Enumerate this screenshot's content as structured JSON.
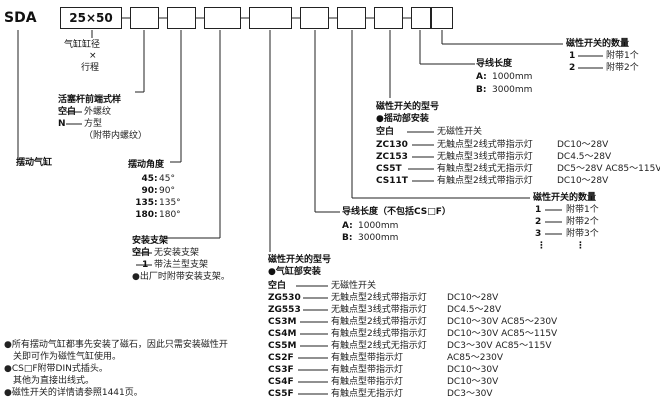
{
  "header": {
    "model": "SDA",
    "size": "25×50"
  },
  "bore_stroke": {
    "label_1": "气缸缸径",
    "times": "×",
    "label_2": "行程"
  },
  "cylinder_type": {
    "label": "摆动气缸"
  },
  "rod_end": {
    "title": "活塞杆前端式样",
    "options": [
      {
        "code": "空白",
        "desc": "外螺纹"
      },
      {
        "code": "N",
        "desc": "方型"
      }
    ],
    "note": "（附带内螺纹）"
  },
  "swing_angle": {
    "title": "摆动角度",
    "options": [
      {
        "code": "45",
        "value": "45°"
      },
      {
        "code": "90",
        "value": "90°"
      },
      {
        "code": "135",
        "value": "135°"
      },
      {
        "code": "180",
        "value": "180°"
      }
    ]
  },
  "mounting": {
    "title": "安装支架",
    "options": [
      {
        "code": "空白",
        "desc": "无安装支架"
      },
      {
        "code": "1",
        "desc": "带法兰型支架"
      }
    ],
    "note": "●出厂时附带安装支架。"
  },
  "switch_qty_1": {
    "title": "磁性开关的数量",
    "options": [
      {
        "code": "1",
        "desc": "附带1个"
      },
      {
        "code": "2",
        "desc": "附带2个"
      }
    ]
  },
  "lead_length_1": {
    "title": "导线长度",
    "options": [
      {
        "code": "A:",
        "value": "1000mm"
      },
      {
        "code": "B:",
        "value": "3000mm"
      }
    ]
  },
  "switch_model_1": {
    "title": "磁性开关的型号",
    "subtitle": "●摇动部安装",
    "rows": [
      {
        "code": "空白",
        "desc": "无磁性开关",
        "spec": ""
      },
      {
        "code": "ZC130",
        "desc": "无触点型2线式带指示灯",
        "spec": "DC10～28V"
      },
      {
        "code": "ZC153",
        "desc": "无触点型3线式带指示灯",
        "spec": "DC4.5～28V"
      },
      {
        "code": "CS5T",
        "desc": "有触点型2线式无指示灯",
        "spec": "DC5～28V AC85～115V"
      },
      {
        "code": "CS11T",
        "desc": "有触点型2线式带指示灯",
        "spec": "DC10～28V"
      }
    ]
  },
  "switch_qty_2": {
    "title": "磁性开关的数量",
    "options": [
      {
        "code": "1",
        "desc": "附带1个"
      },
      {
        "code": "2",
        "desc": "附带2个"
      },
      {
        "code": "3",
        "desc": "附带3个"
      },
      {
        "code": "⋮",
        "desc": ""
      }
    ]
  },
  "lead_length_2": {
    "title": "导线长度（不包括CS□F）",
    "options": [
      {
        "code": "A:",
        "value": "1000mm"
      },
      {
        "code": "B:",
        "value": "3000mm"
      }
    ]
  },
  "switch_model_2": {
    "title": "磁性开关的型号",
    "subtitle": "●气缸部安装",
    "rows": [
      {
        "code": "空白",
        "desc": "无磁性开关",
        "spec": ""
      },
      {
        "code": "ZG530",
        "desc": "无触点型2线式带指示灯",
        "spec": "DC10～28V"
      },
      {
        "code": "ZG553",
        "desc": "无触点型3线式带指示灯",
        "spec": "DC4.5～28V"
      },
      {
        "code": "CS3M",
        "desc": "有触点型2线式带指示灯",
        "spec": "DC10～30V  AC85～230V"
      },
      {
        "code": "CS4M",
        "desc": "有触点型2线式带指示灯",
        "spec": "DC10～30V  AC85～115V"
      },
      {
        "code": "CS5M",
        "desc": "有触点型2线式无指示灯",
        "spec": "DC3～30V  AC85～115V"
      },
      {
        "code": "CS2F",
        "desc": "有触点型带指示灯",
        "spec": "AC85～230V"
      },
      {
        "code": "CS3F",
        "desc": "有触点型带指示灯",
        "spec": "DC10～30V"
      },
      {
        "code": "CS4F",
        "desc": "有触点型带指示灯",
        "spec": "DC10～30V"
      },
      {
        "code": "CS5F",
        "desc": "有触点型无指示灯",
        "spec": "DC3～30V"
      }
    ]
  },
  "notes": [
    "●所有摆动气缸都事先安装了磁石，因此只需安装磁性开",
    "关即可作为磁性气缸使用。",
    "●CS□F附带DIN式插头。",
    "其他为直接出线式。",
    "●磁性开关的详情请参照1441页。"
  ]
}
